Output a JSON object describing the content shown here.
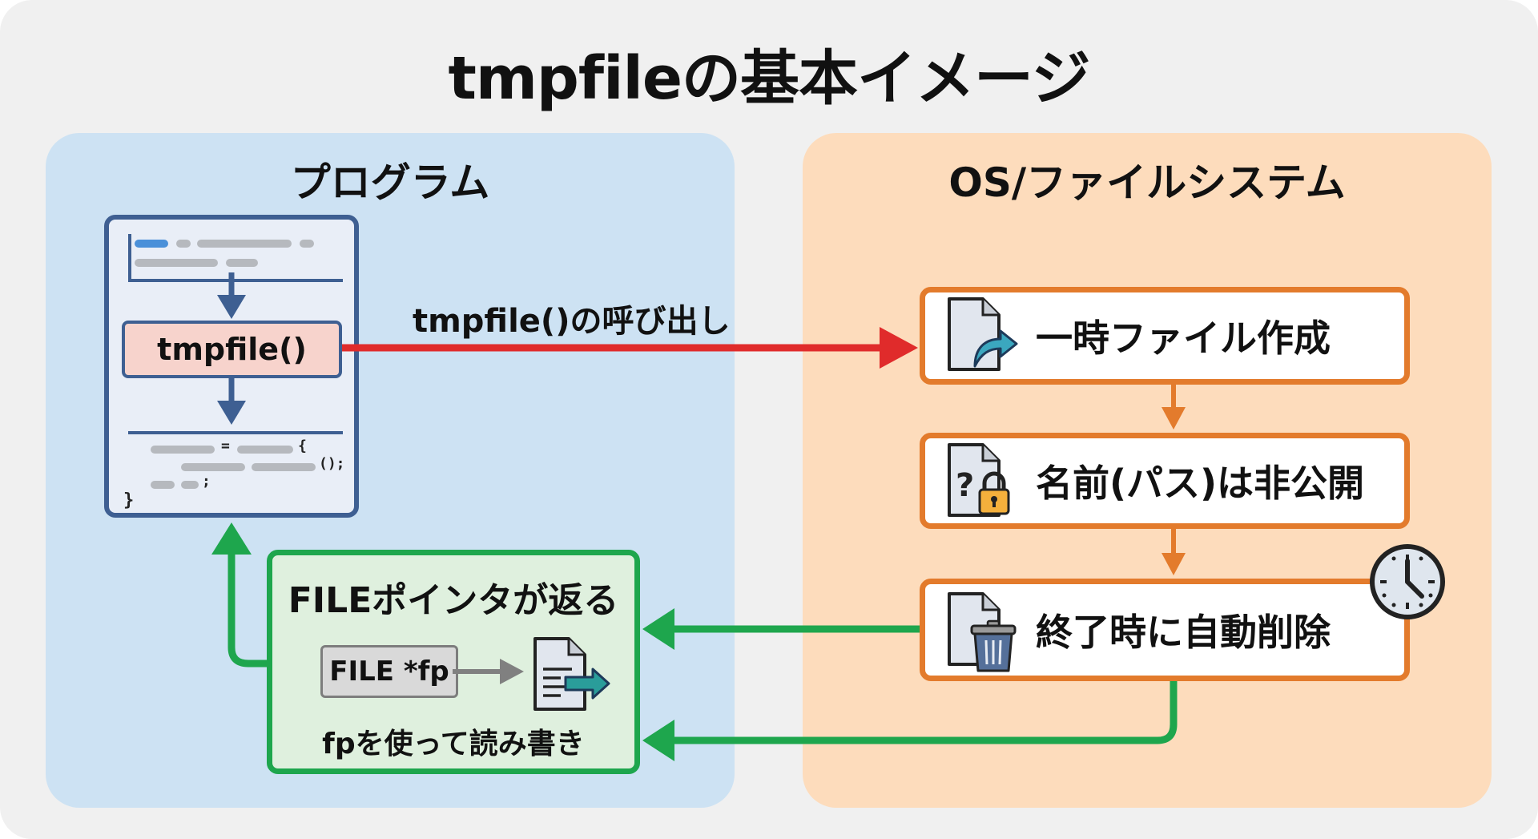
{
  "title": "tmpfileの基本イメージ",
  "panels": {
    "program": {
      "title": "プログラム"
    },
    "os": {
      "title": "OS/ファイルシステム"
    }
  },
  "program_box": {
    "call_label": "tmpfile()",
    "code_symbols": {
      "equals": "=",
      "brace_open": "{",
      "call_end": "();",
      "semicolon": ";",
      "brace_close": "}"
    }
  },
  "call_arrow": {
    "label": "tmpfile()の呼び出し",
    "color": "#e02b2b"
  },
  "os_steps": [
    {
      "label": "一時ファイル作成",
      "icon": "file-share-icon"
    },
    {
      "label": "名前(パス)は非公開",
      "icon": "file-lock-icon"
    },
    {
      "label": "終了時に自動削除",
      "icon": "file-trash-icon"
    }
  ],
  "return_box": {
    "title": "FILEポインタが返る",
    "pointer_label": "FILE *fp",
    "subtitle": "fpを使って読み書き"
  },
  "colors": {
    "program_bg": "#cde2f3",
    "os_bg": "#fddcbc",
    "accent_blue": "#3e5f92",
    "accent_orange": "#e37b2c",
    "accent_green": "#1ea64d",
    "accent_red": "#e02b2b"
  }
}
